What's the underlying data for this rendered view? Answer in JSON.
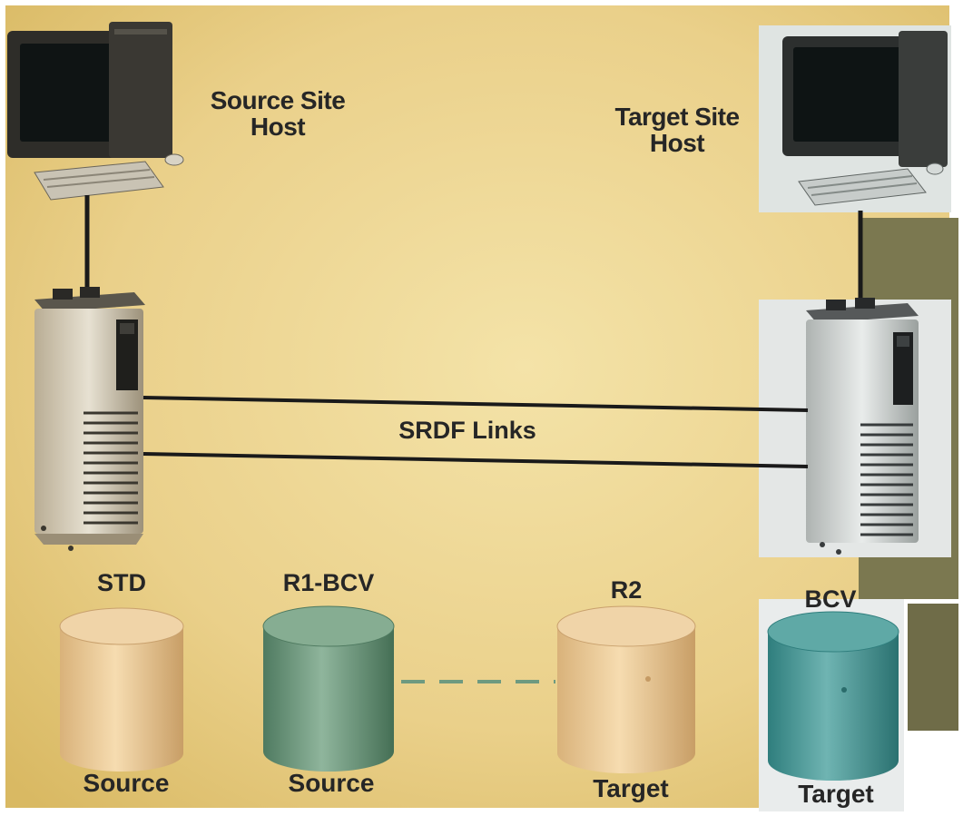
{
  "source_site": {
    "host_label_line1": "Source Site",
    "host_label_line2": "Host",
    "host_icon": "desktop-computer-icon",
    "storage_icon": "storage-array-icon"
  },
  "target_site": {
    "host_label_line1": "Target Site",
    "host_label_line2": "Host",
    "host_icon": "desktop-computer-icon",
    "storage_icon": "storage-array-icon"
  },
  "links": {
    "label": "SRDF Links"
  },
  "volumes": [
    {
      "id": "std",
      "type_label": "STD",
      "role_label": "Source",
      "color": "#e6c79a"
    },
    {
      "id": "r1bcv",
      "type_label": "R1-BCV",
      "role_label": "Source",
      "color": "#6e9a80"
    },
    {
      "id": "r2",
      "type_label": "R2",
      "role_label": "Target",
      "color": "#e6c79a"
    },
    {
      "id": "bcv",
      "type_label": "BCV",
      "role_label": "Target",
      "color": "#4f9a99"
    }
  ],
  "colors": {
    "background_light": "#f1dc9a",
    "background_dark": "#d8bc62",
    "right_strip": "#7b7850",
    "line": "#1a1a1a",
    "dashed_link": "#6e9a80"
  }
}
